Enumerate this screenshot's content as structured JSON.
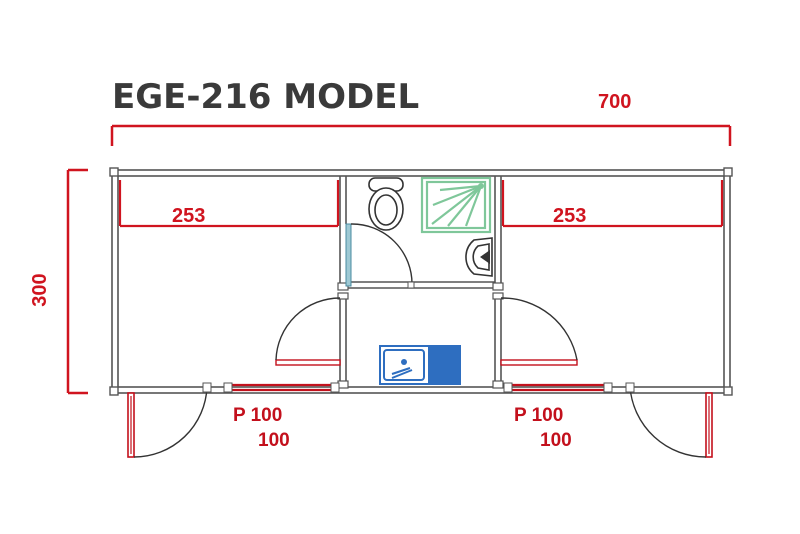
{
  "title": "EGE-216 MODEL",
  "dimensions": {
    "overall_width": "700",
    "overall_depth": "300",
    "left_room_width": "253",
    "right_room_width": "253"
  },
  "windows": {
    "left": {
      "type": "P 100",
      "size": "100"
    },
    "right": {
      "type": "P 100",
      "size": "100"
    }
  },
  "colors": {
    "dimension": "#d0141f",
    "wall": "#555555",
    "fixture_outline": "#333333",
    "shower": "#7fc79a",
    "sink_fill": "#2e6ec0",
    "door_accent": "#c3101c"
  }
}
